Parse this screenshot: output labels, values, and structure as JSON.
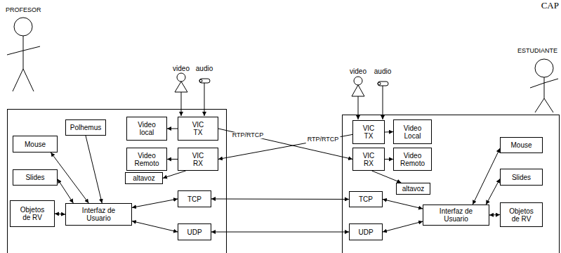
{
  "diagram": {
    "nodes": [
      {
        "text": []
      },
      {
        "text": [
          "Polhemus"
        ],
        "in": 0
      },
      {
        "text": [
          "Video local"
        ],
        "in": 0
      },
      {
        "text": [
          "VIC TX"
        ],
        "in": 0
      },
      {
        "text": [
          "Mouse"
        ],
        "in": 0
      },
      {
        "text": [
          "Video Remoto"
        ],
        "in": 0
      },
      {
        "text": [
          "VIC RX"
        ],
        "in": 0
      },
      {
        "text": [
          "Slides"
        ],
        "in": 0
      },
      {
        "text": [
          "altavoz"
        ],
        "in": 0
      },
      {
        "text": [
          "TCP"
        ],
        "in": 0
      },
      {
        "text": [
          "Objetos de RV"
        ],
        "in": 0
      },
      {
        "text": [
          "Interfaz de Usuario"
        ],
        "in": 0
      },
      {
        "text": [
          "UDP"
        ],
        "in": 0
      },
      {
        "text": []
      },
      {
        "text": [
          "VIC TX"
        ],
        "in": 13
      },
      {
        "text": [
          "Video Local"
        ],
        "in": 13
      },
      {
        "text": [
          "Mouse"
        ],
        "in": 13
      },
      {
        "text": [
          "VIC RX"
        ],
        "in": 13
      },
      {
        "text": [
          "Video Remoto"
        ],
        "in": 13
      },
      {
        "text": [
          "Slides"
        ],
        "in": 13
      },
      {
        "text": [
          "altavoz"
        ],
        "in": 13
      },
      {
        "text": [
          "TCP"
        ],
        "in": 13
      },
      {
        "text": [
          "Interfaz de Usuario"
        ],
        "in": 13
      },
      {
        "text": [
          "Objetos de RV"
        ],
        "in": 13
      },
      {
        "text": [
          "UDP"
        ],
        "in": 13
      }
    ],
    "edges": [
      {
        "from": 4,
        "to": 11,
        "arrow": "both"
      },
      {
        "from": 7,
        "to": 11,
        "arrow": "both"
      },
      {
        "from": 10,
        "to": 11,
        "arrow": "both"
      },
      {
        "from": 1,
        "to": 11,
        "arrow": "to"
      },
      {
        "from": 3,
        "to": 2,
        "arrow": "to"
      },
      {
        "from": 6,
        "to": 5,
        "arrow": "to"
      },
      {
        "from": 6,
        "to": 8,
        "arrow": "to"
      },
      {
        "from": 11,
        "to": 9,
        "arrow": "both"
      },
      {
        "from": 11,
        "to": 12,
        "arrow": "both"
      },
      {
        "from": 3,
        "to": 17,
        "label": "RTP/RTCP",
        "arrow": "to"
      },
      {
        "from": 14,
        "to": 6,
        "label": "RTP/RTCP",
        "arrow": "to"
      },
      {
        "from": 9,
        "to": 21,
        "arrow": "both"
      },
      {
        "from": 12,
        "to": 24,
        "arrow": "both"
      },
      {
        "from": 14,
        "to": 15,
        "arrow": "to"
      },
      {
        "from": 17,
        "to": 18,
        "arrow": "to"
      },
      {
        "from": 17,
        "to": 20,
        "arrow": "to"
      },
      {
        "from": 22,
        "to": 16,
        "arrow": "both"
      },
      {
        "from": 22,
        "to": 19,
        "arrow": "both"
      },
      {
        "from": 22,
        "to": 23,
        "arrow": "both"
      },
      {
        "from": 21,
        "to": 22,
        "arrow": "both"
      },
      {
        "from": 24,
        "to": 22,
        "arrow": "both"
      }
    ],
    "labels": [
      "PROFESOR",
      "ESTUDIANTE",
      "CAP",
      "video",
      "audio",
      "video",
      "audio"
    ]
  }
}
